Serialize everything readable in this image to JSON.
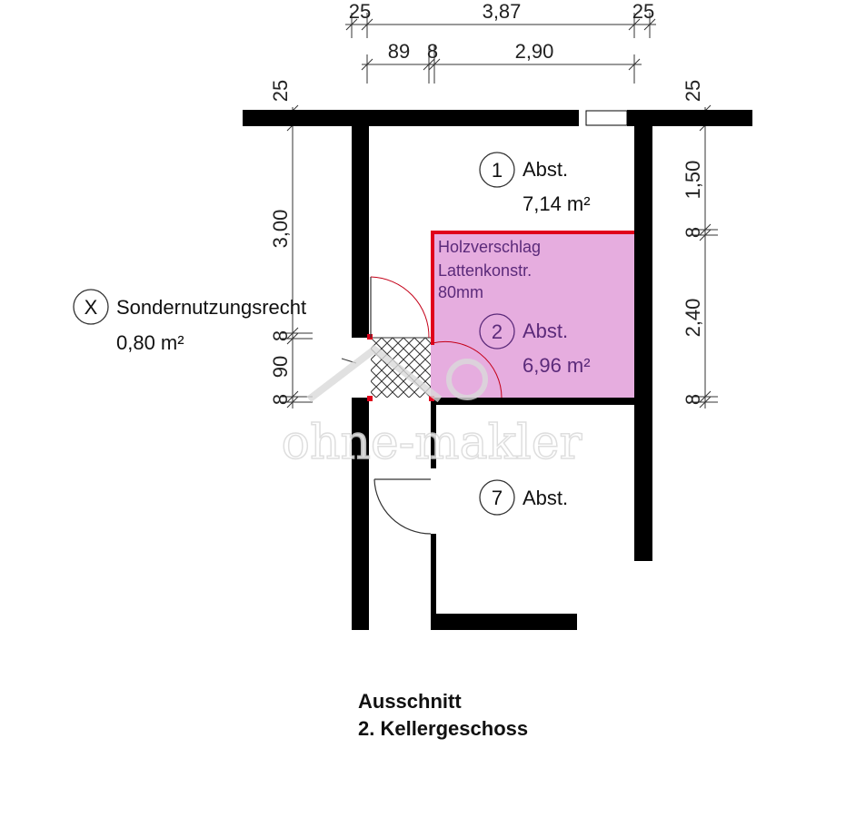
{
  "dimensions": {
    "top_row1": [
      "25",
      "3,87",
      "25"
    ],
    "top_row2": [
      "89",
      "8",
      "2,90"
    ],
    "left_top": "25",
    "right_top": "25",
    "left_col": [
      "3,00",
      "8",
      "90",
      "8"
    ],
    "right_col": [
      "1,50",
      "8",
      "2,40",
      "8"
    ]
  },
  "rooms": [
    {
      "number": "1",
      "label": "Abst.",
      "area": "7,14 m²"
    },
    {
      "number": "2",
      "label": "Abst.",
      "area": "6,96 m²"
    },
    {
      "number": "7",
      "label": "Abst."
    }
  ],
  "special": {
    "marker": "X",
    "label": "Sondernutzungsrecht",
    "area": "0,80 m²"
  },
  "note_lines": [
    "Holzverschlag",
    "Lattenkonstr.",
    "80mm"
  ],
  "watermark": "ohne-makler",
  "caption_lines": [
    "Ausschnitt",
    "2. Kellergeschoss"
  ],
  "colors": {
    "wall": "#000000",
    "highlight_fill": "#e6addf",
    "highlight_edge": "#e0001b",
    "note_text": "#5b2a7a"
  }
}
